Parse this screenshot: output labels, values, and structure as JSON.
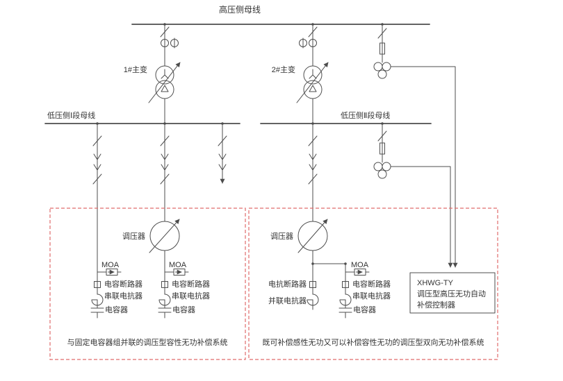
{
  "buses": {
    "hv": "高压侧母线",
    "lv1": "低压侧Ⅰ段母线",
    "lv2": "低压侧Ⅱ段母线"
  },
  "transformers": {
    "t1": "1#主变",
    "t2": "2#主变"
  },
  "left_system": {
    "regulator": "调压器",
    "fixed_branch": {
      "moa": "MOA",
      "breaker": "电容断路器",
      "reactor": "串联电抗器",
      "capacitor": "电容器"
    },
    "regulated_branch": {
      "moa": "MOA",
      "breaker": "电容断路器",
      "reactor": "串联电抗器",
      "capacitor": "电容器"
    },
    "caption": "与固定电容器组并联的调压型容性无功补偿系统"
  },
  "right_system": {
    "regulator": "调压器",
    "inductive_branch": {
      "breaker": "电抗断路器",
      "reactor": "并联电抗器"
    },
    "capacitive_branch": {
      "moa": "MOA",
      "breaker": "电容断路器",
      "reactor": "串联电抗器",
      "capacitor": "电容器"
    },
    "caption": "既可补偿感性无功又可以补偿容性无功的调压型双向无功补偿系统"
  },
  "controller": {
    "model": "XHWG-TY",
    "name_line1": "调压型高压无功自动",
    "name_line2": "补偿控制器"
  },
  "colors": {
    "line": "#4d4d4d",
    "text": "#333333",
    "dashed_box": "#e06c6c",
    "background": "#ffffff"
  }
}
